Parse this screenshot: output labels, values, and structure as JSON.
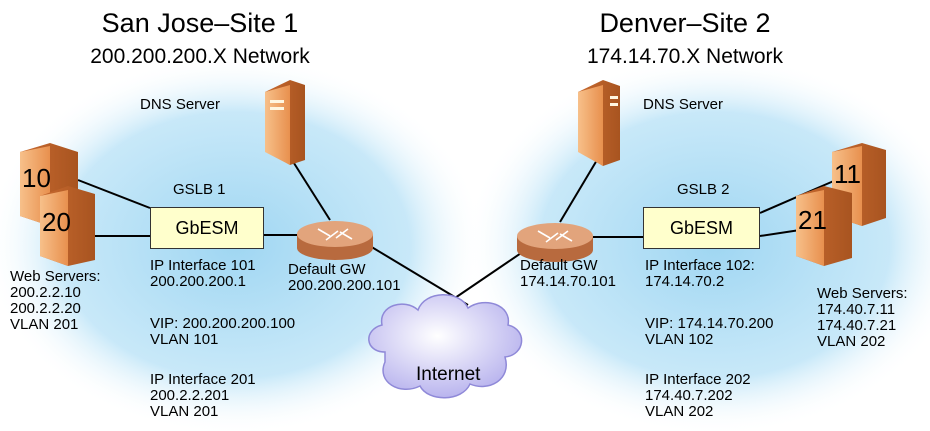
{
  "site1": {
    "title": "San Jose–Site 1",
    "network": "200.200.200.X Network",
    "dns_label": "DNS Server",
    "gslb_label": "GSLB 1",
    "switch_label": "GbESM",
    "server_a": "10",
    "server_b": "20",
    "web_servers": [
      "Web Servers:",
      "200.2.2.10",
      "200.2.2.20",
      "VLAN 201"
    ],
    "ip_if_101": [
      "IP Interface 101",
      "200.200.200.1"
    ],
    "vip": [
      "VIP: 200.200.200.100",
      "VLAN 101"
    ],
    "ip_if_201": [
      "IP Interface 201",
      "200.2.2.201",
      "VLAN 201"
    ],
    "gw": [
      "Default GW",
      "200.200.200.101"
    ]
  },
  "site2": {
    "title": "Denver–Site 2",
    "network": "174.14.70.X Network",
    "dns_label": "DNS Server",
    "gslb_label": "GSLB 2",
    "switch_label": "GbESM",
    "server_a": "11",
    "server_b": "21",
    "web_servers": [
      "Web Servers:",
      "174.40.7.11",
      "174.40.7.21",
      "VLAN 202"
    ],
    "ip_if_102": [
      "IP Interface 102:",
      "174.14.70.2"
    ],
    "vip": [
      "VIP: 174.14.70.200",
      "VLAN 102"
    ],
    "ip_if_202": [
      "IP Interface 202",
      "174.40.7.202",
      "VLAN 202"
    ],
    "gw": [
      "Default GW",
      "174.14.70.101"
    ]
  },
  "internet_label": "Internet",
  "colors": {
    "network_glow": "#9fd6f2",
    "server": "#f0a060",
    "router": "#d98d5c",
    "switch_fill": "#ffffcc",
    "cloud": "#c8c4f0"
  }
}
